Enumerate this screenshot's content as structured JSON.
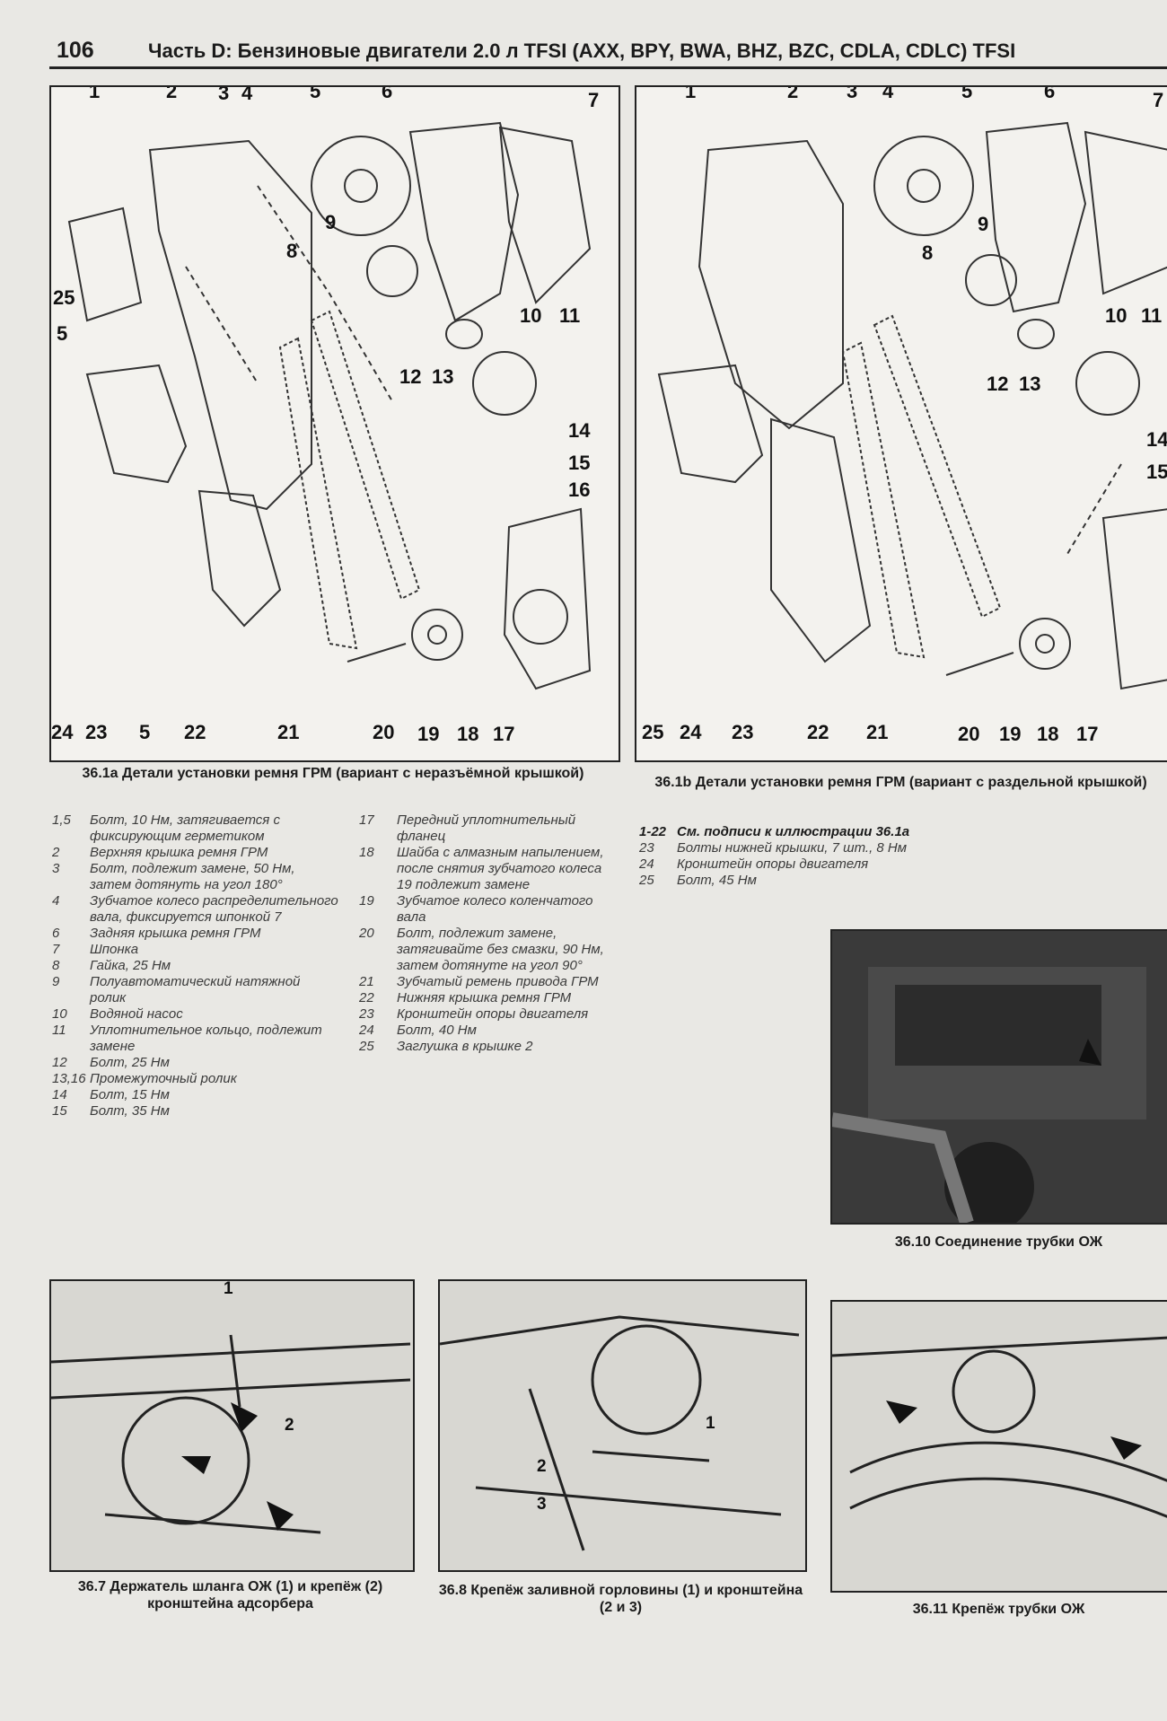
{
  "header": {
    "page_number": "106",
    "title": "Часть D: Бензиновые двигатели 2.0 л TFSI (AXX, BPY, BWA, BHZ, BZC, CDLA, CDLC) TFSI"
  },
  "figure_a": {
    "callouts_top": [
      "1",
      "2",
      "3",
      "4",
      "5",
      "6",
      "7"
    ],
    "callouts_mid": [
      "8",
      "9",
      "25",
      "5",
      "10",
      "11",
      "12",
      "13",
      "14",
      "15",
      "16"
    ],
    "callouts_bottom": [
      "24",
      "23",
      "5",
      "22",
      "21",
      "20",
      "19",
      "18",
      "17"
    ],
    "caption": "36.1a Детали установки ремня ГРМ (вариант с неразъёмной крышкой)"
  },
  "figure_b": {
    "callouts_top": [
      "1",
      "2",
      "3",
      "4",
      "5",
      "6",
      "7"
    ],
    "callouts_mid": [
      "8",
      "9",
      "10",
      "11",
      "12",
      "13",
      "14",
      "15"
    ],
    "callouts_bottom": [
      "25",
      "24",
      "23",
      "22",
      "21",
      "20",
      "19",
      "18",
      "17"
    ],
    "caption": "36.1b Детали установки ремня ГРМ (вариант с раздельной крышкой)"
  },
  "legend_a_col1": [
    {
      "n": "1,5",
      "t": "Болт, 10 Нм, затягивается с фиксирующим герметиком"
    },
    {
      "n": "2",
      "t": "Верхняя крышка ремня ГРМ"
    },
    {
      "n": "3",
      "t": "Болт, подлежит замене, 50 Нм, затем дотянуть на угол 180°"
    },
    {
      "n": "4",
      "t": "Зубчатое колесо распределительного вала, фиксируется шпонкой 7"
    },
    {
      "n": "6",
      "t": "Задняя крышка ремня ГРМ"
    },
    {
      "n": "7",
      "t": "Шпонка"
    },
    {
      "n": "8",
      "t": "Гайка, 25 Нм"
    },
    {
      "n": "9",
      "t": "Полуавтоматический натяжной ролик"
    },
    {
      "n": "10",
      "t": "Водяной насос"
    },
    {
      "n": "11",
      "t": "Уплотнительное кольцо, подлежит замене"
    },
    {
      "n": "12",
      "t": "Болт, 25 Нм"
    },
    {
      "n": "13,16",
      "t": "Промежуточный ролик"
    },
    {
      "n": "14",
      "t": "Болт, 15 Нм"
    },
    {
      "n": "15",
      "t": "Болт, 35 Нм"
    }
  ],
  "legend_a_col2": [
    {
      "n": "17",
      "t": "Передний уплотнительный фланец"
    },
    {
      "n": "18",
      "t": "Шайба с алмазным напылением, после снятия зубчатого колеса 19 подлежит замене"
    },
    {
      "n": "19",
      "t": "Зубчатое колесо коленчатого вала"
    },
    {
      "n": "20",
      "t": "Болт, подлежит замене, затягивайте без смазки, 90 Нм, затем дотянуте на угол 90°"
    },
    {
      "n": "21",
      "t": "Зубчатый ремень привода ГРМ"
    },
    {
      "n": "22",
      "t": "Нижняя крышка ремня ГРМ"
    },
    {
      "n": "23",
      "t": "Кронштейн опоры двигателя"
    },
    {
      "n": "24",
      "t": "Болт, 40 Нм"
    },
    {
      "n": "25",
      "t": "Заглушка в крышке 2"
    }
  ],
  "legend_b": [
    {
      "n": "1-22",
      "t": "См. подписи к иллюстрации 36.1а",
      "bold": true
    },
    {
      "n": "23",
      "t": "Болты нижней крышки, 7 шт., 8 Нм"
    },
    {
      "n": "24",
      "t": "Кронштейн опоры двигателя"
    },
    {
      "n": "25",
      "t": "Болт, 45 Нм"
    }
  ],
  "photo_10": {
    "caption": "36.10 Соединение трубки ОЖ"
  },
  "photo_7": {
    "callouts": [
      "1",
      "2"
    ],
    "caption": "36.7 Держатель шланга ОЖ (1) и крепёж (2) кронштейна адсорбера"
  },
  "photo_8": {
    "callouts": [
      "1",
      "2",
      "3"
    ],
    "caption": "36.8 Крепёж заливной горловины (1) и кронштейна (2 и 3)"
  },
  "photo_11": {
    "caption": "36.11 Крепёж трубки ОЖ"
  }
}
